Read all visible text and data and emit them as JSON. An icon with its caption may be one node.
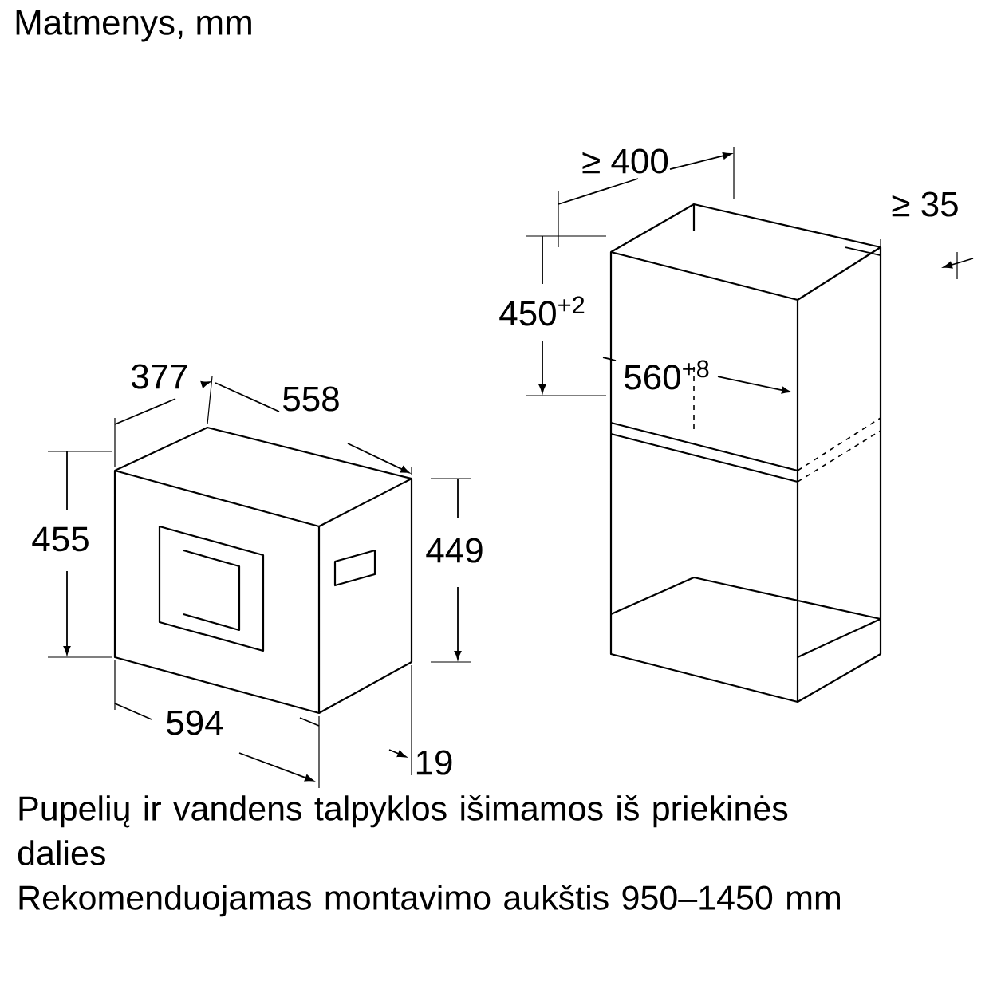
{
  "diagram": {
    "title": "Matmenys, mm",
    "labels": [
      "≥ 400",
      "≥ 35",
      "450$^{+2}$",
      "560$^{+8}$",
      "377",
      "558",
      "455",
      "449",
      "594",
      "19",
      "Pupelių ir vandens talpyklos išimamos iš priekinės dalies",
      "Rekomenduojamas montavimo aukštis 950–1450 mm"
    ]
  }
}
